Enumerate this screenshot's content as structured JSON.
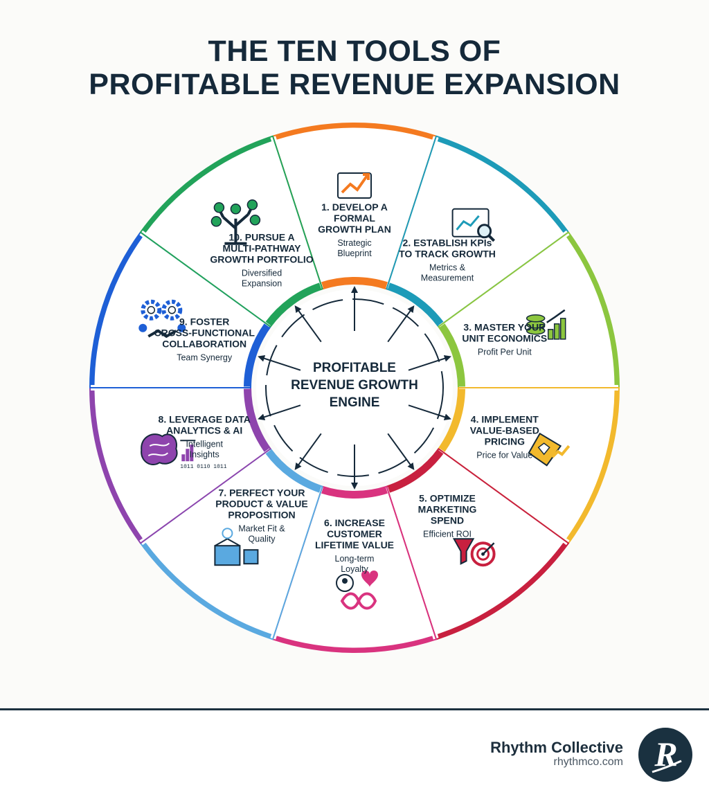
{
  "title": {
    "line1": "THE TEN TOOLS OF",
    "line2": "PROFITABLE REVENUE EXPANSION"
  },
  "center": {
    "lines": [
      "PROFITABLE",
      "REVENUE GROWTH",
      "ENGINE"
    ]
  },
  "segments": [
    {
      "title": [
        "1. DEVELOP A",
        "FORMAL",
        "GROWTH PLAN"
      ],
      "subtitle": [
        "Strategic",
        "Blueprint"
      ],
      "color": "#f47a20",
      "icon": "growth-plan-chart-icon"
    },
    {
      "title": [
        "2. ESTABLISH KPIs",
        "TO TRACK GROWTH"
      ],
      "subtitle": [
        "Metrics &",
        "Measurement"
      ],
      "color": "#1d9bb8",
      "icon": "kpi-dashboard-magnifier-icon"
    },
    {
      "title": [
        "3. MASTER YOUR",
        "UNIT ECONOMICS"
      ],
      "subtitle": [
        "Profit Per Unit"
      ],
      "color": "#8cc63f",
      "icon": "coins-bar-chart-icon"
    },
    {
      "title": [
        "4. IMPLEMENT",
        "VALUE-BASED",
        "PRICING"
      ],
      "subtitle": [
        "Price for Value"
      ],
      "color": "#f2b92d",
      "icon": "diamond-price-tag-icon"
    },
    {
      "title": [
        "5. OPTIMIZE",
        "MARKETING",
        "SPEND"
      ],
      "subtitle": [
        "Efficient ROI"
      ],
      "color": "#c8203f",
      "icon": "funnel-target-icon"
    },
    {
      "title": [
        "6. INCREASE",
        "CUSTOMER",
        "LIFETIME VALUE"
      ],
      "subtitle": [
        "Long-term",
        "Loyalty"
      ],
      "color": "#d9337f",
      "icon": "customer-heart-infinity-icon"
    },
    {
      "title": [
        "7. PERFECT YOUR",
        "PRODUCT & VALUE",
        "PROPOSITION"
      ],
      "subtitle": [
        "Market Fit &",
        "Quality"
      ],
      "color": "#5aa9e0",
      "icon": "product-box-puzzle-icon"
    },
    {
      "title": [
        "8. LEVERAGE DATA",
        "ANALYTICS & AI"
      ],
      "subtitle": [
        "Intelligent",
        "Insights"
      ],
      "color": "#8e44ad",
      "icon": "brain-data-chart-icon"
    },
    {
      "title": [
        "9. FOSTER",
        "CROSS-FUNCTIONAL",
        "COLLABORATION"
      ],
      "subtitle": [
        "Team Synergy"
      ],
      "color": "#1e5fd6",
      "icon": "gears-handshake-team-icon"
    },
    {
      "title": [
        "10. PURSUE A",
        "MULTI-PATHWAY",
        "GROWTH PORTFOLIO"
      ],
      "subtitle": [
        "Diversified",
        "Expansion"
      ],
      "color": "#22a35a",
      "icon": "tree-portfolio-icon"
    }
  ],
  "icon_code": "1011 0110 1011",
  "brand": {
    "name": "Rhythm Collective",
    "url": "rhythmco.com",
    "logo_letter": "R",
    "logo_icon": "rhythm-collective-logo-icon"
  }
}
